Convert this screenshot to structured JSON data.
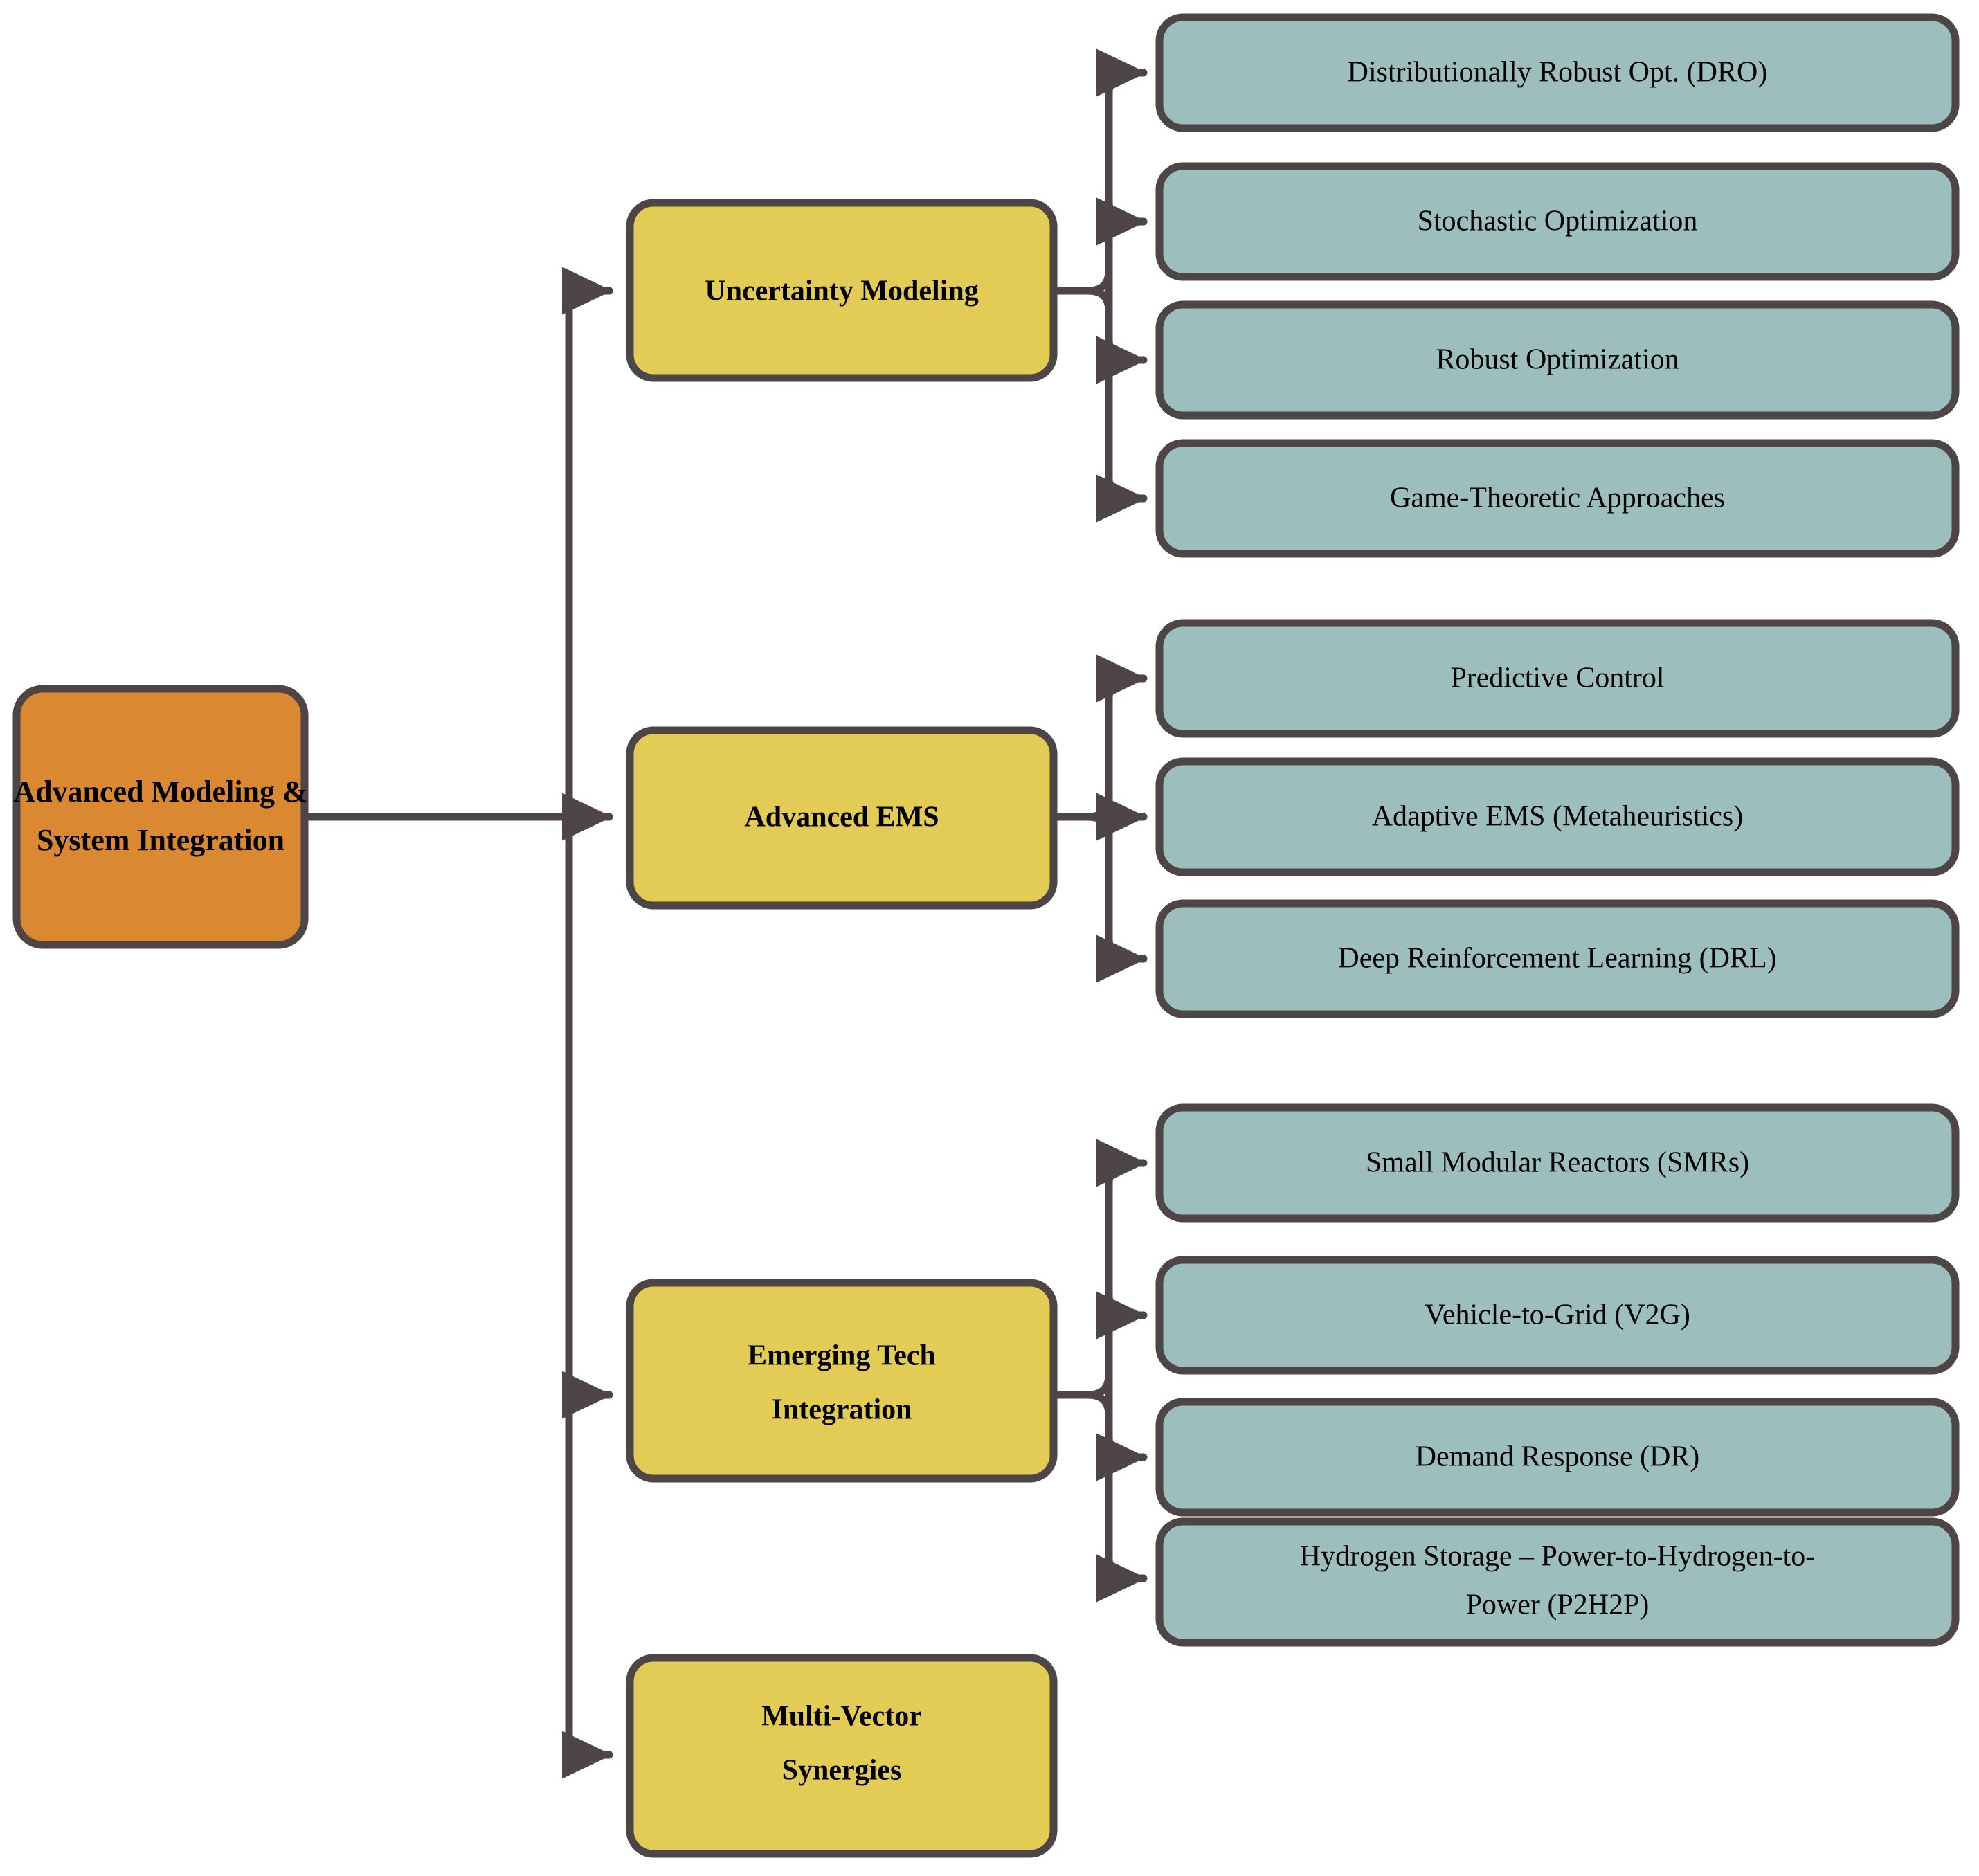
{
  "diagram": {
    "type": "hierarchy-tree",
    "orientation": "left-to-right",
    "colors": {
      "root_fill": "#da8832",
      "category_fill": "#e3cc56",
      "leaf_fill": "#9cbfbd",
      "stroke": "#4e4546",
      "text": "#000000",
      "background": "#ffffff"
    },
    "root": {
      "id": "root",
      "label_line1": "Advanced Modeling &",
      "label_line2": "System Integration",
      "label": "Advanced Modeling & System Integration"
    },
    "categories": [
      {
        "id": "uncertainty-modeling",
        "label_line1": "Uncertainty Modeling",
        "label_line2": "",
        "label": "Uncertainty Modeling",
        "leaves": [
          {
            "id": "dro",
            "label_line1": "Distributionally Robust Opt. (DRO)",
            "label_line2": "",
            "label": "Distributionally Robust Opt. (DRO)"
          },
          {
            "id": "stochastic-optimization",
            "label_line1": "Stochastic Optimization",
            "label_line2": "",
            "label": "Stochastic Optimization"
          },
          {
            "id": "robust-optimization",
            "label_line1": "Robust Optimization",
            "label_line2": "",
            "label": "Robust Optimization"
          },
          {
            "id": "game-theoretic-approaches",
            "label_line1": "Game-Theoretic Approaches",
            "label_line2": "",
            "label": "Game-Theoretic Approaches"
          }
        ]
      },
      {
        "id": "advanced-ems",
        "label_line1": "Advanced EMS",
        "label_line2": "",
        "label": "Advanced EMS",
        "leaves": [
          {
            "id": "predictive-control",
            "label_line1": "Predictive Control",
            "label_line2": "",
            "label": "Predictive Control"
          },
          {
            "id": "adaptive-ems",
            "label_line1": "Adaptive EMS (Metaheuristics)",
            "label_line2": "",
            "label": "Adaptive EMS (Metaheuristics)"
          },
          {
            "id": "drl",
            "label_line1": "Deep Reinforcement Learning (DRL)",
            "label_line2": "",
            "label": "Deep Reinforcement Learning (DRL)"
          }
        ]
      },
      {
        "id": "emerging-tech-integration",
        "label_line1": "Emerging Tech",
        "label_line2": "Integration",
        "label": "Emerging Tech Integration",
        "leaves": [
          {
            "id": "smr",
            "label_line1": "Small Modular Reactors (SMRs)",
            "label_line2": "",
            "label": "Small Modular Reactors (SMRs)"
          },
          {
            "id": "v2g",
            "label_line1": "Vehicle-to-Grid (V2G)",
            "label_line2": "",
            "label": "Vehicle-to-Grid (V2G)"
          },
          {
            "id": "demand-response",
            "label_line1": "Demand Response (DR)",
            "label_line2": "",
            "label": "Demand Response (DR)"
          },
          {
            "id": "p2h2p",
            "label_line1": "Hydrogen Storage – Power-to-Hydrogen-to-",
            "label_line2": "Power (P2H2P)",
            "label": "Hydrogen Storage – Power-to-Hydrogen-to-Power (P2H2P)"
          }
        ]
      },
      {
        "id": "multi-vector-synergies",
        "label_line1": "Multi-Vector",
        "label_line2": "Synergies",
        "label": "Multi-Vector Synergies",
        "leaves": []
      }
    ]
  }
}
